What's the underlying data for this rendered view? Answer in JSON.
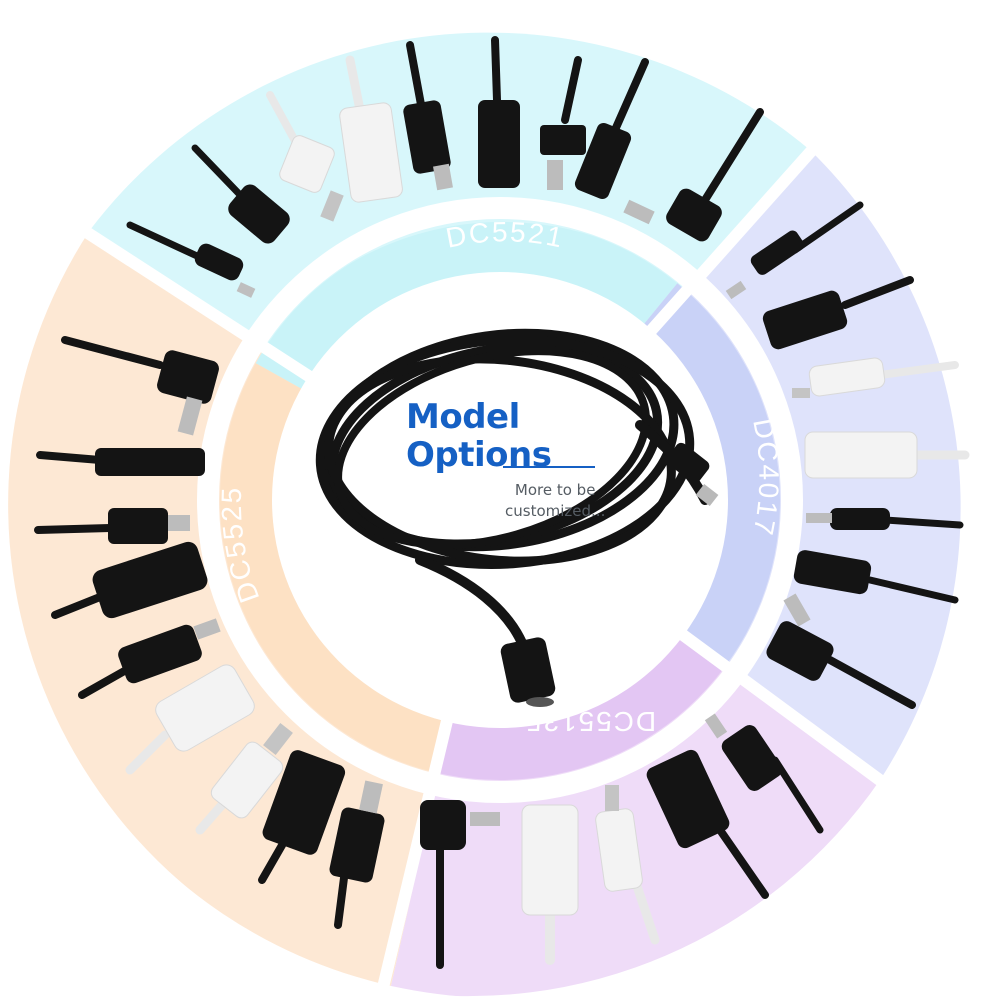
{
  "center": {
    "title_line1": "Model",
    "title_line2": "Options",
    "subtitle_line1": "More to be",
    "subtitle_line2": "customized..."
  },
  "segments": [
    {
      "id": "dc5521",
      "label": "DC5521",
      "outer_color": "#d8f7fb",
      "inner_color": "#c9f3f8"
    },
    {
      "id": "dc4017",
      "label": "DC4017",
      "outer_color": "#dfe3fb",
      "inner_color": "#c9d2f7"
    },
    {
      "id": "dc55135",
      "label": "DC55135",
      "outer_color": "#efdcf8",
      "inner_color": "#e3c6f3"
    },
    {
      "id": "dc5525",
      "label": "DC5525",
      "outer_color": "#fde8d4",
      "inner_color": "#fde1c4"
    }
  ],
  "colors": {
    "title": "#1560c4",
    "subtitle": "#555c63",
    "label_text": "#ffffff",
    "cable_black": "#141414",
    "cable_white": "#f2f2f2"
  }
}
